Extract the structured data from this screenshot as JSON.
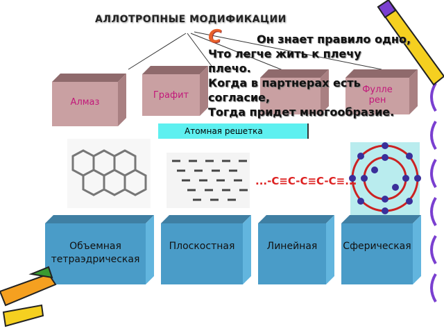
{
  "title": "АЛЛОТРОПНЫЕ МОДИФИКАЦИИ",
  "element": "C",
  "poem": [
    "Он знает правило одно,",
    "Что легче жить к плечу",
    "плечо.",
    "Когда в партнерах есть",
    "согласие,",
    "Тогда придет многообразие."
  ],
  "modifications": [
    "Алмаз",
    "Графит",
    "",
    "Фулле рен"
  ],
  "lattice_label": "Атомная решетка",
  "structures": [
    "Объемная тетраэдрическая",
    "Плоскостная",
    "Линейная",
    "Сферическая"
  ],
  "carbyne_formula": "...-C≡C-C≡C-C≡...",
  "colors": {
    "pink_box": "#c9a0a2",
    "blue_box": "#4a9cc8",
    "accent_text": "#c2187a"
  }
}
